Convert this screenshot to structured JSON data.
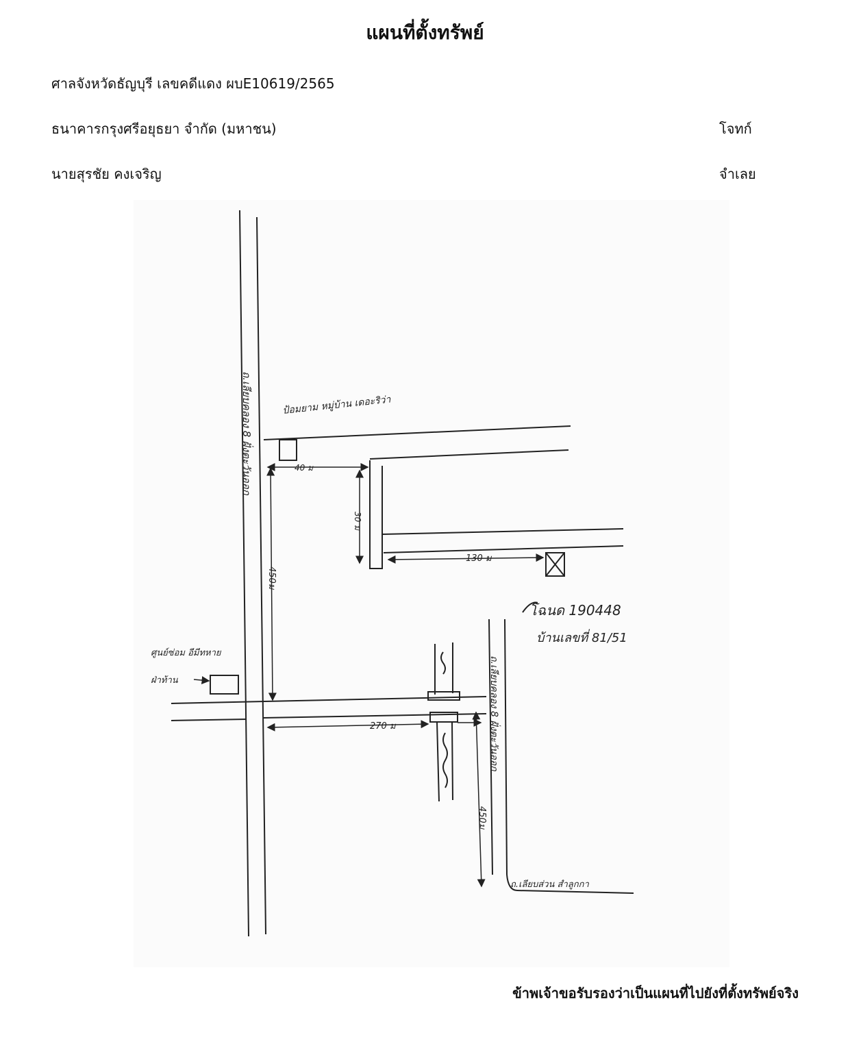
{
  "document": {
    "title": "แผนที่ตั้งทรัพย์",
    "case_line": "ศาลจังหวัดธัญบุรี เลขคดีแดง ผบE10619/2565",
    "plaintiff_name": "ธนาคารกรุงศรีอยุธยา จำกัด (มหาชน)",
    "plaintiff_role": "โจทก์",
    "defendant_name": "นายสุรชัย คงเจริญ",
    "defendant_role": "จำเลย",
    "certification": "ข้าพเจ้าขอรับรองว่าเป็นแผนที่ไปยังที่ตั้งทรัพย์จริง"
  },
  "map": {
    "road_main": "ถ.เลียบคลอง 8 ฝั่งตะวันออก",
    "road_lower": "ถ.เลียบคลอง 8 ฝั่งตะวันออก",
    "road_bottom": "ถ.เลียบส่วน สำลูกกา",
    "police_box": "ป้อมยาม หมู่บ้าน เดอะริว่า",
    "service_center": "ศูนย์ซ่อม อีมีทหาย",
    "tire_shop": "ฝ่าท้าน",
    "deed_label": "โฉนด 190448",
    "house_label": "บ้านเลขที่ 81/51",
    "dist_40": "40 ม",
    "dist_30": "30 ม",
    "dist_130": "130 ม",
    "dist_450a": "450ม",
    "dist_270": "270 ม",
    "dist_450b": "450ม"
  }
}
